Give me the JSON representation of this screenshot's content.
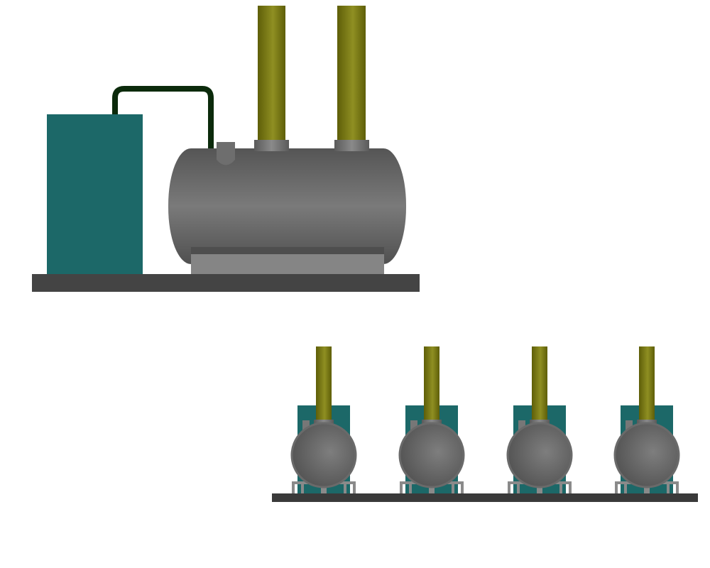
{
  "colors": {
    "background": "#ffffff",
    "teal_tank": "#1c6868",
    "vessel_gray": "#606060",
    "saddle_gray": "#858585",
    "base_dark": "#444444",
    "stack_olive": "#7a7a10",
    "pipe_dark_green": "#0b2a0b"
  },
  "small_units": [
    {
      "id": "unit-1"
    },
    {
      "id": "unit-2"
    },
    {
      "id": "unit-3"
    },
    {
      "id": "unit-4"
    }
  ]
}
